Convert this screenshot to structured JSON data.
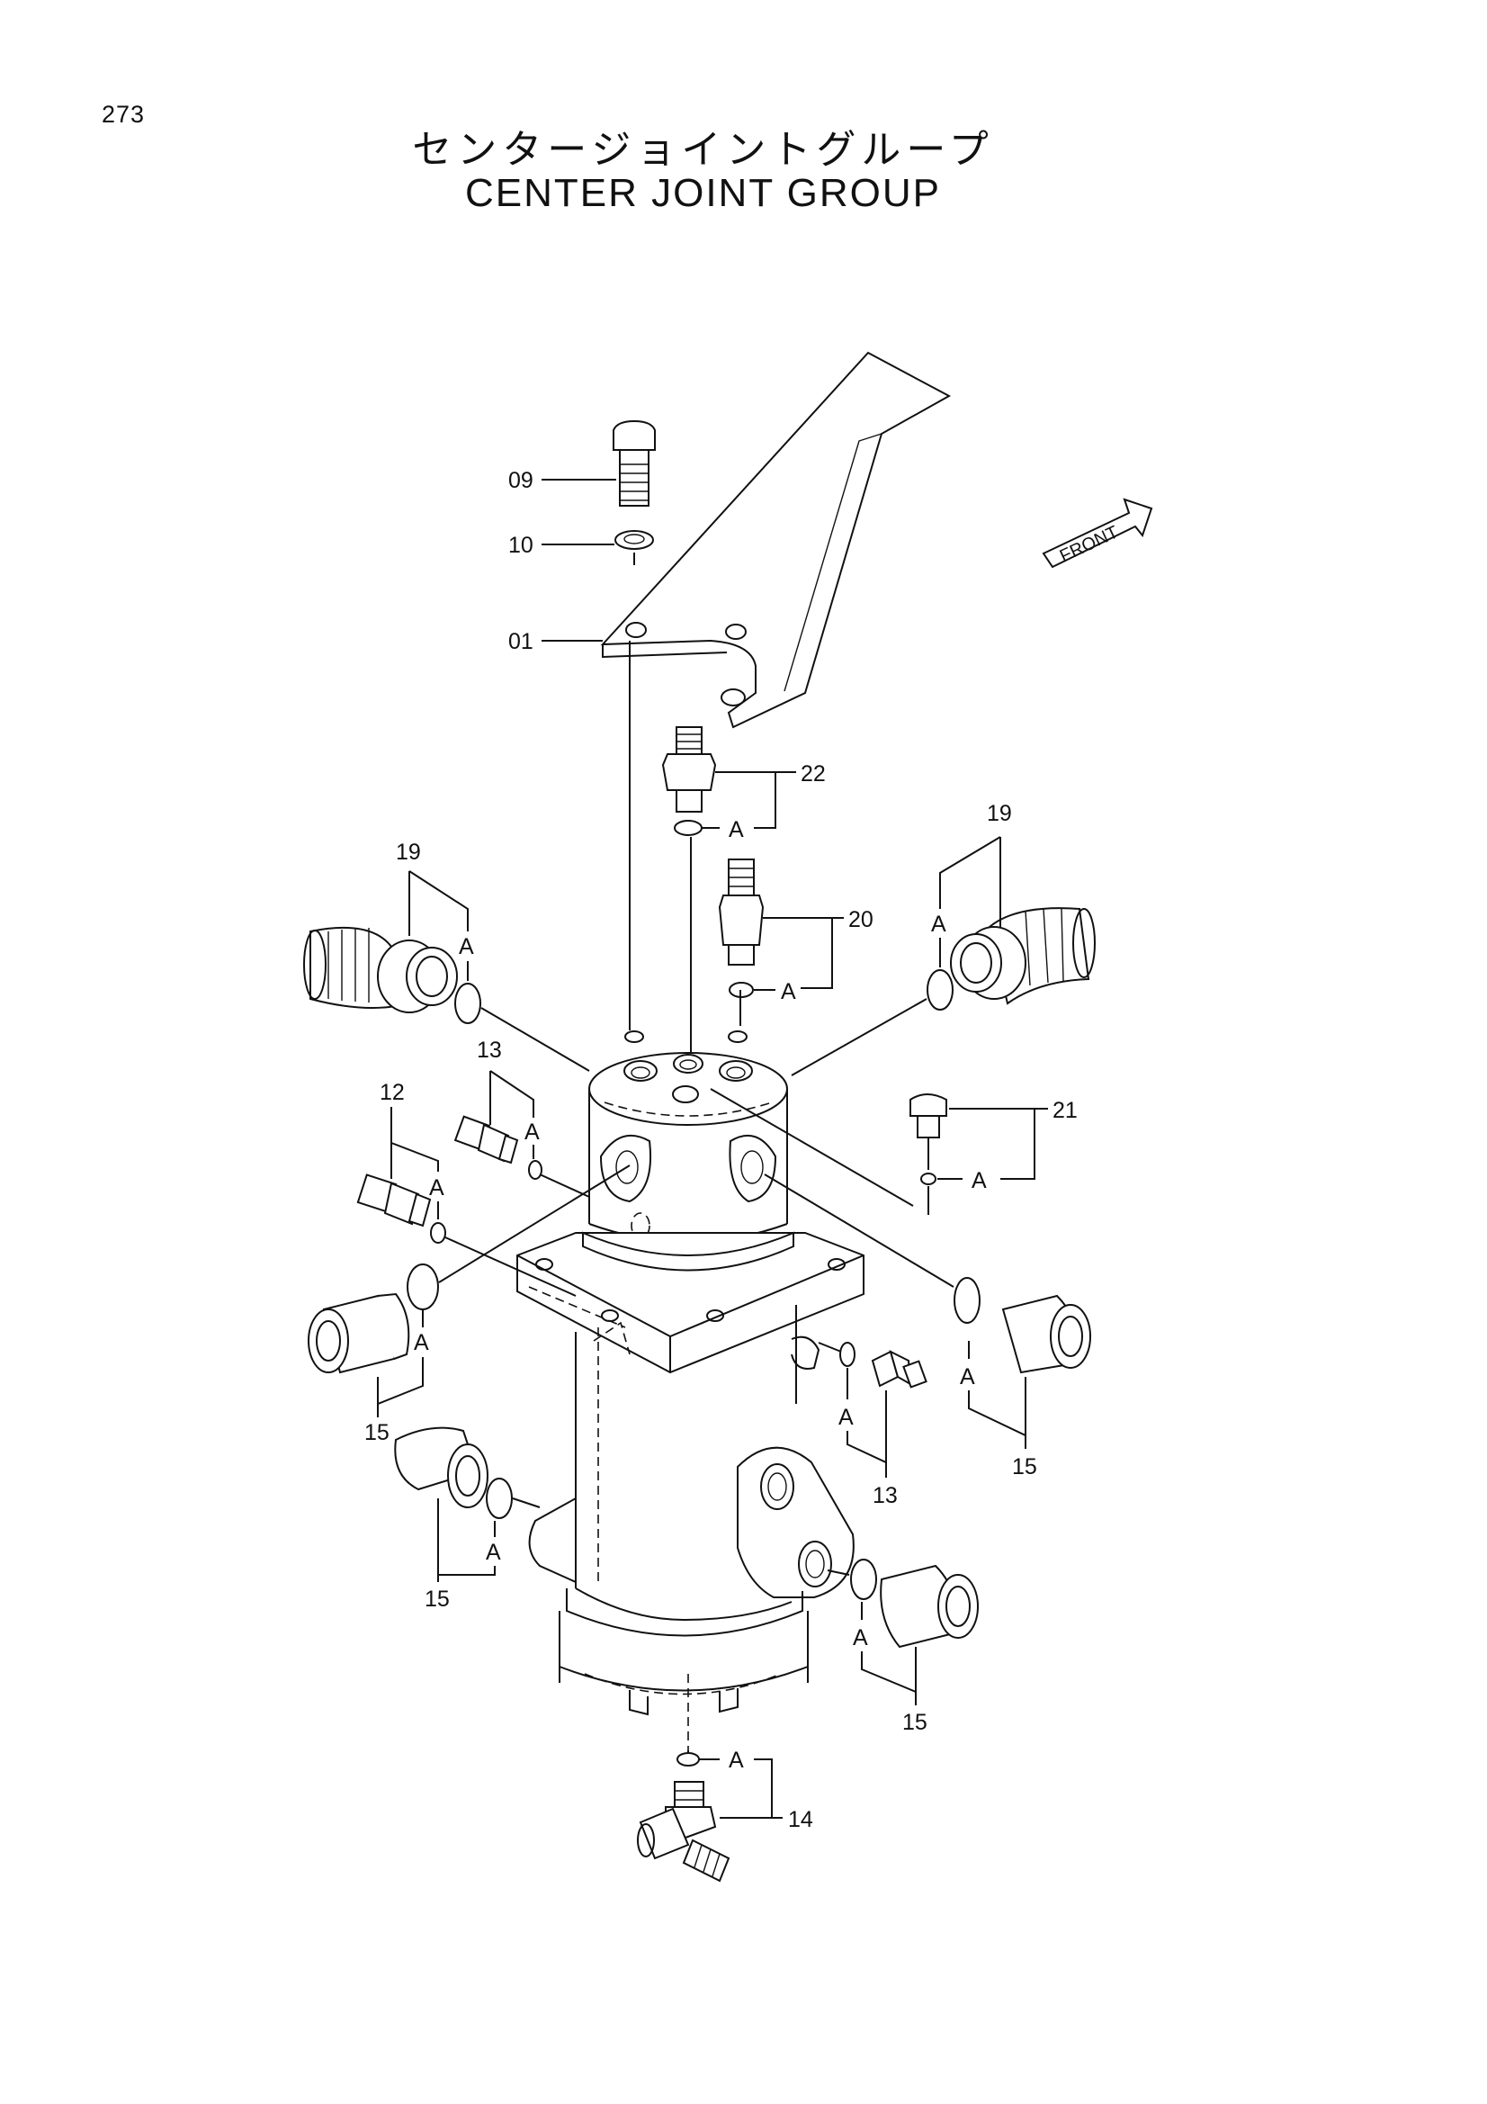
{
  "page": {
    "number": "273"
  },
  "title": {
    "japanese": "センタージョイントグループ",
    "english": "CENTER JOINT GROUP"
  },
  "front_marker": "FRONT",
  "callouts": [
    {
      "id": "c09",
      "label": "09"
    },
    {
      "id": "c10",
      "label": "10"
    },
    {
      "id": "c01",
      "label": "01"
    },
    {
      "id": "c22",
      "label": "22"
    },
    {
      "id": "c20",
      "label": "20"
    },
    {
      "id": "c19l",
      "label": "19"
    },
    {
      "id": "c19r",
      "label": "19"
    },
    {
      "id": "c21",
      "label": "21"
    },
    {
      "id": "c13u",
      "label": "13"
    },
    {
      "id": "c12",
      "label": "12"
    },
    {
      "id": "c15a",
      "label": "15"
    },
    {
      "id": "c15b",
      "label": "15"
    },
    {
      "id": "c15c",
      "label": "15"
    },
    {
      "id": "c15d",
      "label": "15"
    },
    {
      "id": "c13l",
      "label": "13"
    },
    {
      "id": "c14",
      "label": "14"
    }
  ],
  "a_markers": [
    {
      "id": "a22",
      "label": "A"
    },
    {
      "id": "a20",
      "label": "A"
    },
    {
      "id": "a19l",
      "label": "A"
    },
    {
      "id": "a19r",
      "label": "A"
    },
    {
      "id": "a21",
      "label": "A"
    },
    {
      "id": "a13u",
      "label": "A"
    },
    {
      "id": "a12",
      "label": "A"
    },
    {
      "id": "a15a",
      "label": "A"
    },
    {
      "id": "a15b",
      "label": "A"
    },
    {
      "id": "a15c",
      "label": "A"
    },
    {
      "id": "a15d",
      "label": "A"
    },
    {
      "id": "a13l",
      "label": "A"
    },
    {
      "id": "a14",
      "label": "A"
    }
  ]
}
